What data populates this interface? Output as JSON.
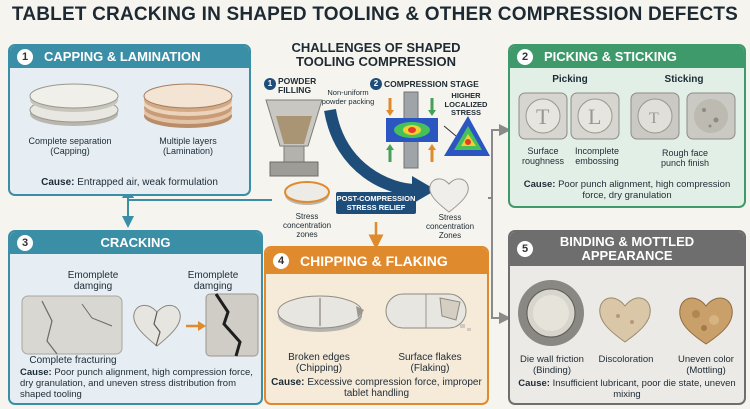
{
  "title": "TABLET CRACKING IN SHAPED TOOLING & OTHER COMPRESSION DEFECTS",
  "colors": {
    "teal": "#3a8fa6",
    "green": "#3f9a6b",
    "orange": "#e08a2e",
    "gray": "#6e6e6e",
    "navy": "#1f4d7a"
  },
  "center": {
    "title_line1": "CHALLENGES OF SHAPED",
    "title_line2": "TOOLING COMPRESSION",
    "step1_num": "1",
    "step1_label": "POWDER FILLING",
    "step1_note": "Non-uniform powder packing",
    "step2_num": "2",
    "step2_label": "COMPRESSION STAGE",
    "stress_label": "HIGHER LOCALIZED STRESS",
    "relief": "POST-COMPRESSION STRESS RELIEF",
    "round_label": "Stress concentration zones",
    "heart_label": "Stress concentration Zones"
  },
  "panel1": {
    "num": "1",
    "title": "CAPPING & LAMINATION",
    "left_caption": "Complete separation (Capping)",
    "right_caption": "Multiple layers (Lamination)",
    "cause_label": "Cause:",
    "cause_text": "Entrapped air, weak formulation"
  },
  "panel2": {
    "num": "2",
    "title": "PICKING & STICKING",
    "sub_left": "Picking",
    "sub_right": "Sticking",
    "cap1": "Surface roughness",
    "cap2": "Incomplete embossing",
    "cap3": "Rough face punch finish",
    "cause_label": "Cause:",
    "cause_text": "Poor punch alignment, high compression force,  dry granulation"
  },
  "panel3": {
    "num": "3",
    "title": "CRACKING",
    "label_a": "Emomplete damging",
    "label_b": "Emomplete damging",
    "cap_bottom": "Complete fracturing",
    "cause_label": "Cause:",
    "cause_text": "Poor punch alignment, high compression force, dry granulation, and uneven stress distribution from shaped tooling"
  },
  "panel4": {
    "num": "4",
    "title": "CHIPPING & FLAKING",
    "cap_left": "Broken edges (Chipping)",
    "cap_right": "Surface flakes (Flaking)",
    "cause_label": "Cause:",
    "cause_text": "Excessive compression force, improper tablet handling"
  },
  "panel5": {
    "num": "5",
    "title_line1": "BINDING & MOTTLED",
    "title_line2": "APPEARANCE",
    "cap1": "Die wall friction (Binding)",
    "cap2": "Discoloration",
    "cap3": "Uneven color (Mottling)",
    "cause_label": "Cause:",
    "cause_text": "Insufficient lubricant, poor die state, uneven mixing"
  }
}
